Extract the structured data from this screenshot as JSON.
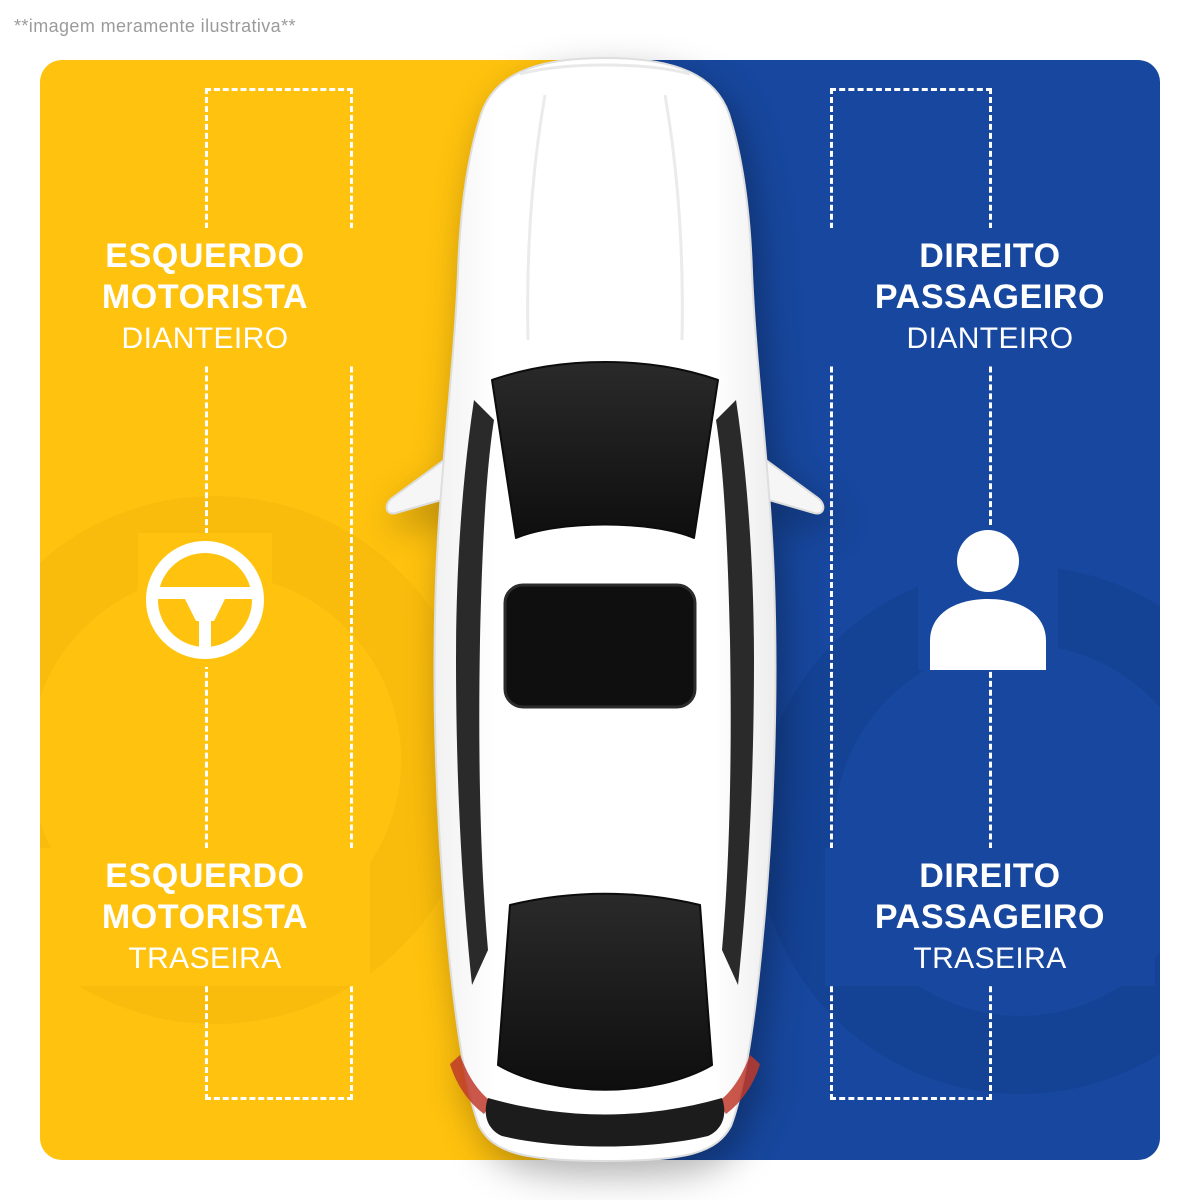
{
  "disclaimer": "**imagem meramente ilustrativa**",
  "panels": {
    "left": {
      "side": "esquerdo-motorista",
      "color": "#FFC20E",
      "watermark_color": "#F4B60A",
      "front_label": {
        "line1": "ESQUERDO",
        "line2": "MOTORISTA",
        "line3": "DIANTEIRO"
      },
      "rear_label": {
        "line1": "ESQUERDO",
        "line2": "MOTORISTA",
        "line3": "TRASEIRA"
      },
      "icon": "steering-wheel-icon"
    },
    "right": {
      "side": "direito-passageiro",
      "color": "#17479E",
      "watermark_color": "#113D8C",
      "front_label": {
        "line1": "DIREITO",
        "line2": "PASSAGEIRO",
        "line3": "DIANTEIRO"
      },
      "rear_label": {
        "line1": "DIREITO",
        "line2": "PASSAGEIRO",
        "line3": "TRASEIRA"
      },
      "icon": "person-icon"
    }
  },
  "illustration": "car-top-view"
}
